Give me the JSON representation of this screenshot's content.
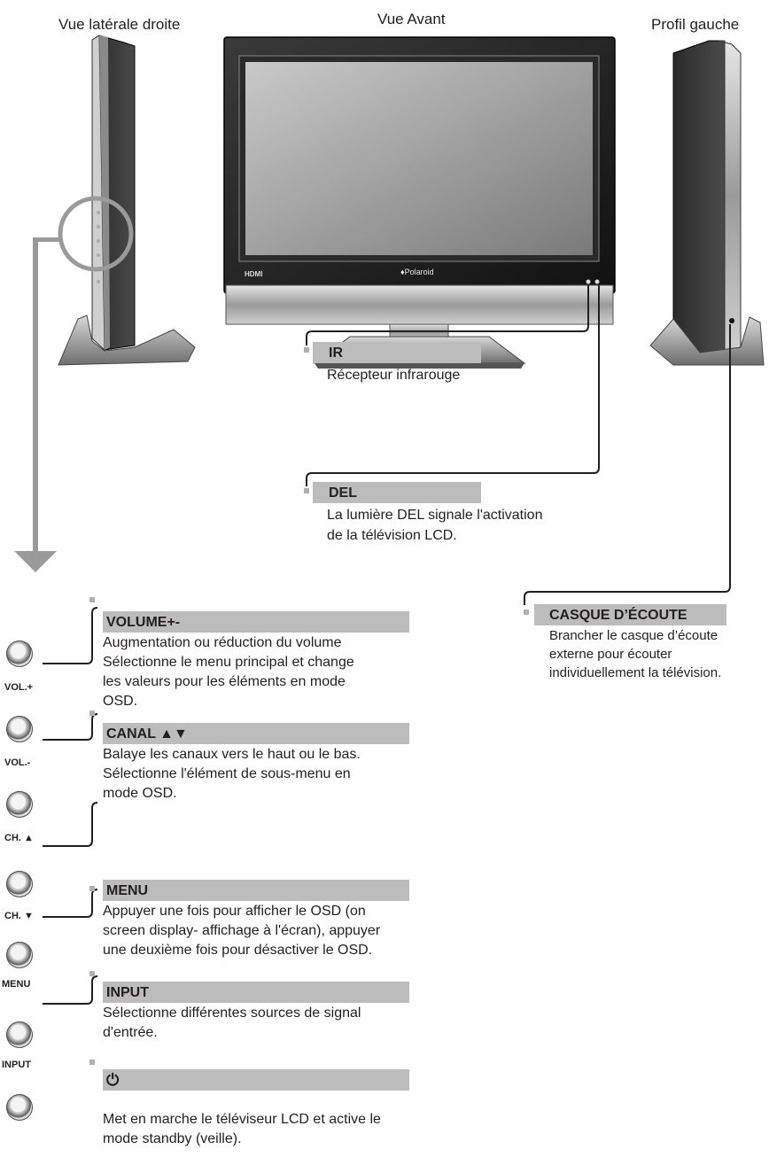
{
  "views": {
    "right_side": "Vue latérale droite",
    "front": "Vue Avant",
    "left_profile": "Profil gauche"
  },
  "tv": {
    "brand": "♦Polaroid",
    "hdmi_logo": "HDMI"
  },
  "callouts": {
    "ir": {
      "title": "IR",
      "desc": "Récepteur infrarouge"
    },
    "del": {
      "title": "DEL",
      "desc_1": "La lumière  DEL signale l'activation",
      "desc_2": "de la télévision LCD."
    },
    "casque": {
      "title": "CASQUE D’ÉCOUTE",
      "desc_1": "Brancher le casque d’écoute",
      "desc_2": "externe pour écouter",
      "desc_3": "individuellement la télévision."
    }
  },
  "buttons": {
    "vol_plus": "VOL.+",
    "vol_minus": "VOL.-",
    "ch_up": "CH. ▲",
    "ch_down": "CH. ▼",
    "menu": "MENU",
    "input": "INPUT"
  },
  "sections": {
    "volume": {
      "title": "VOLUME+-",
      "lines": [
        "Augmentation ou réduction du volume",
        "Sélectionne le menu principal et change",
        "les valeurs pour les éléments en mode",
        "OSD."
      ]
    },
    "canal": {
      "title": "CANAL ▲▼",
      "lines": [
        "Balaye les canaux vers le haut ou le bas.",
        "Sélectionne l'élément de sous-menu en",
        "mode OSD."
      ]
    },
    "menu": {
      "title": "MENU",
      "lines": [
        "Appuyer une fois pour afficher le OSD (on",
        "screen display- affichage à l'écran), appuyer",
        "une deuxième fois pour désactiver le OSD."
      ]
    },
    "input": {
      "title": "INPUT",
      "lines": [
        "Sélectionne différentes sources de signal",
        "d'entrée."
      ]
    },
    "power": {
      "title": "⏻",
      "lines": [
        "Met en marche le téléviseur LCD et active le",
        "mode standby (veille)."
      ]
    }
  }
}
